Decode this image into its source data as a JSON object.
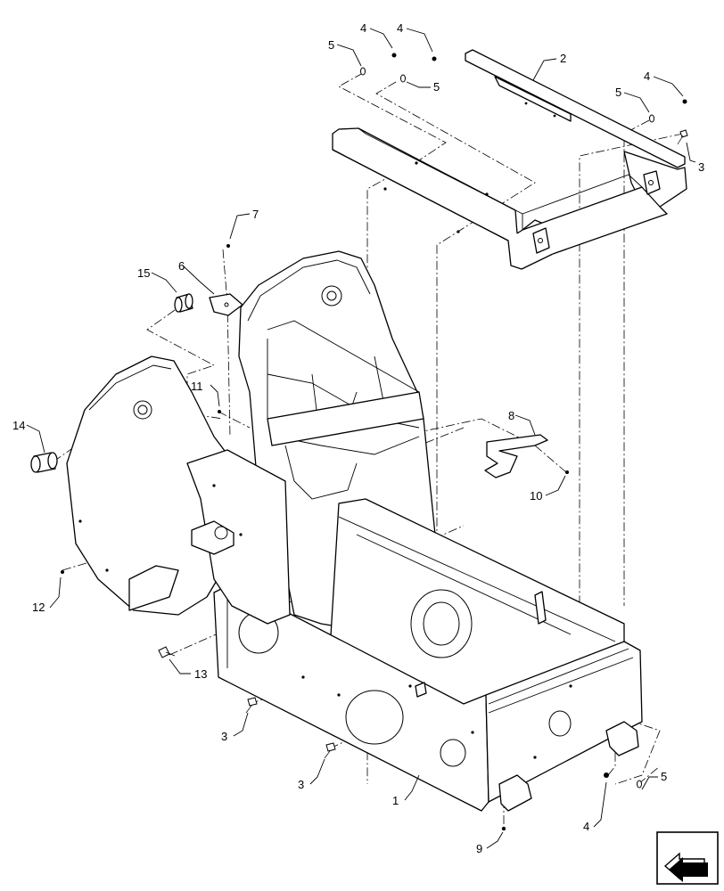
{
  "callouts": [
    {
      "id": "c1",
      "label": "1"
    },
    {
      "id": "c2",
      "label": "2"
    },
    {
      "id": "c3a",
      "label": "3"
    },
    {
      "id": "c3b",
      "label": "3"
    },
    {
      "id": "c3c",
      "label": "3"
    },
    {
      "id": "c4a",
      "label": "4"
    },
    {
      "id": "c4b",
      "label": "4"
    },
    {
      "id": "c4c",
      "label": "4"
    },
    {
      "id": "c4d",
      "label": "4"
    },
    {
      "id": "c5a",
      "label": "5"
    },
    {
      "id": "c5b",
      "label": "5"
    },
    {
      "id": "c5c",
      "label": "5"
    },
    {
      "id": "c5d",
      "label": "5"
    },
    {
      "id": "c6",
      "label": "6"
    },
    {
      "id": "c7",
      "label": "7"
    },
    {
      "id": "c8",
      "label": "8"
    },
    {
      "id": "c9",
      "label": "9"
    },
    {
      "id": "c10",
      "label": "10"
    },
    {
      "id": "c11",
      "label": "11"
    },
    {
      "id": "c12",
      "label": "12"
    },
    {
      "id": "c13",
      "label": "13"
    },
    {
      "id": "c14",
      "label": "14"
    },
    {
      "id": "c15",
      "label": "15"
    }
  ],
  "icons": {
    "orientation": "front-direction-arrow-icon"
  }
}
